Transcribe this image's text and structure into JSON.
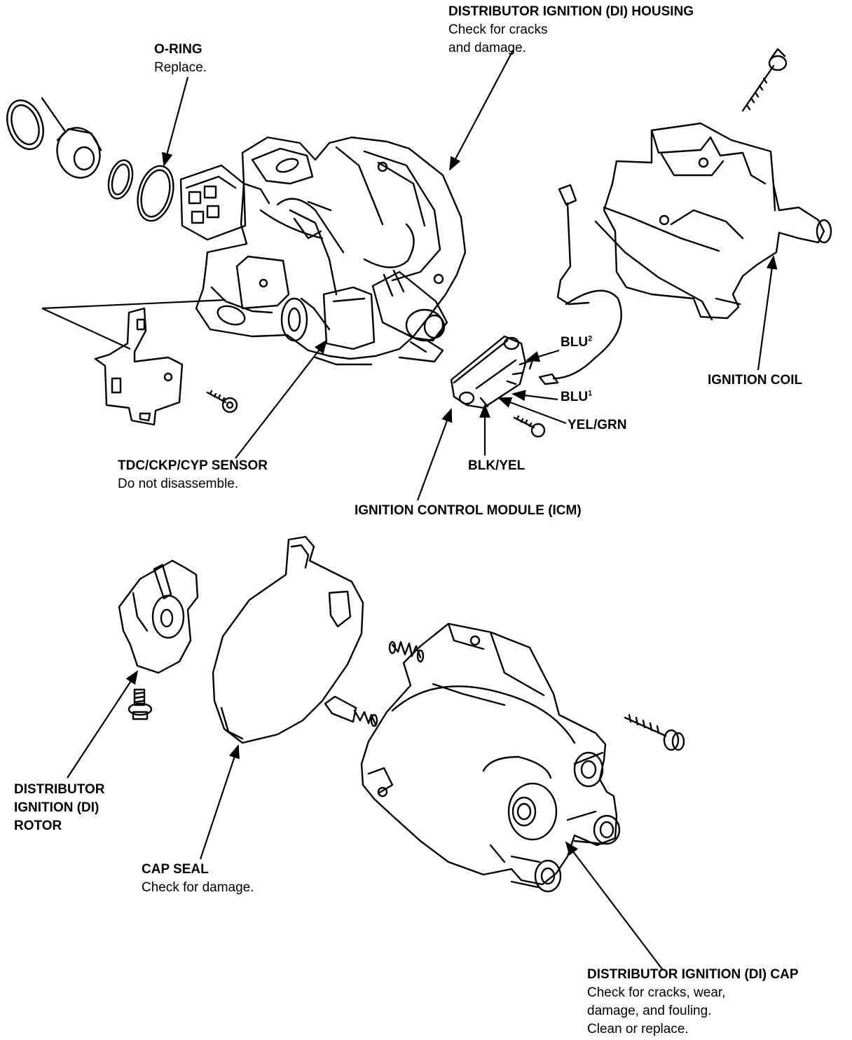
{
  "labels": {
    "housing": {
      "title": "DISTRIBUTOR IGNITION (DI) HOUSING",
      "note1": "Check for cracks",
      "note2": "and damage."
    },
    "oring": {
      "title": "O-RING",
      "note1": "Replace."
    },
    "ignition_coil": {
      "title": "IGNITION COIL"
    },
    "blu2": {
      "text": "BLU",
      "sup": "2"
    },
    "blu1": {
      "text": "BLU",
      "sup": "1"
    },
    "yel_grn": {
      "text": "YEL/GRN"
    },
    "blk_yel": {
      "text": "BLK/YEL"
    },
    "tdc_sensor": {
      "title": "TDC/CKP/CYP SENSOR",
      "note1": "Do not disassemble."
    },
    "icm": {
      "title": "IGNITION CONTROL MODULE (ICM)"
    },
    "rotor": {
      "line1": "DISTRIBUTOR",
      "line2": "IGNITION (DI)",
      "line3": "ROTOR"
    },
    "cap_seal": {
      "title": "CAP SEAL",
      "note1": "Check for damage."
    },
    "cap": {
      "title": "DISTRIBUTOR IGNITION (DI) CAP",
      "note1": "Check for cracks, wear,",
      "note2": "damage, and fouling.",
      "note3": "Clean or replace."
    }
  },
  "colors": {
    "ink": "#000000",
    "paper": "#ffffff"
  }
}
